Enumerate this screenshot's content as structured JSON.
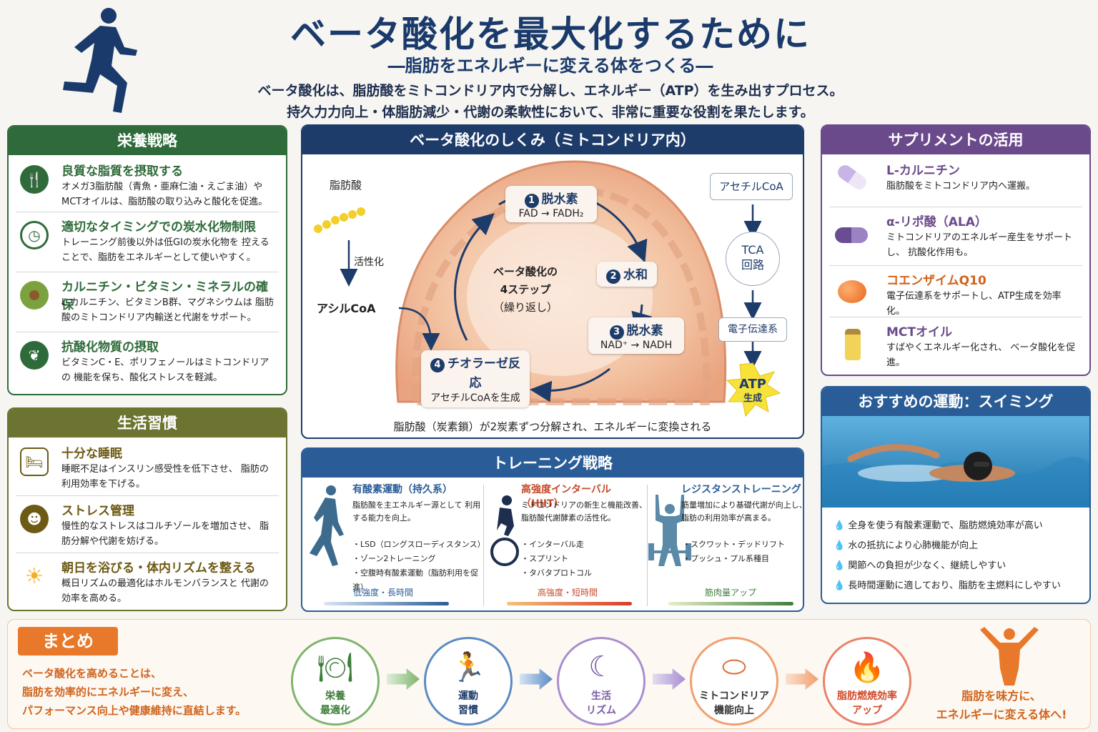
{
  "header": {
    "title": "ベータ酸化を最大化するために",
    "subtitle": "―脂肪をエネルギーに変える体をつくる―",
    "intro_line1": "ベータ酸化は、脂肪酸をミトコンドリア内で分解し、エネルギー（ATP）を生み出すプロセス。",
    "intro_line2": "持久力力向上・体脂肪減少・代謝の柔軟性において、非常に重要な役割を果たします。"
  },
  "nutrition": {
    "title": "栄養戦略",
    "items": [
      {
        "title": "良質な脂質を摂取する",
        "desc": "オメガ3脂肪酸（青魚・亜麻仁油・えごま油）や MCTオイルは、脂肪酸の取り込みと酸化を促進。",
        "icon": "utensils-icon"
      },
      {
        "title": "適切なタイミングでの炭水化物制限",
        "desc": "トレーニング前後以外は低GIの炭水化物を 控えることで、脂肪をエネルギーとして使いやすく。",
        "icon": "clock-icon"
      },
      {
        "title": "カルニチン・ビタミン・ミネラルの確保",
        "desc": "L-カルニチン、ビタミンB群、マグネシウムは 脂肪酸のミトコンドリア内輸送と代謝をサポート。",
        "icon": "avocado-icon"
      },
      {
        "title": "抗酸化物質の摂取",
        "desc": "ビタミンC・E、ポリフェノールはミトコンドリアの 機能を保ち、酸化ストレスを軽減。",
        "icon": "leaf-icon"
      }
    ]
  },
  "lifestyle": {
    "title": "生活習慣",
    "items": [
      {
        "title": "十分な睡眠",
        "desc": "睡眠不足はインスリン感受性を低下させ、 脂肪の利用効率を下げる。",
        "icon": "bed-icon"
      },
      {
        "title": "ストレス管理",
        "desc": "慢性的なストレスはコルチゾールを増加させ、 脂肪分解や代謝を妨げる。",
        "icon": "person-icon"
      },
      {
        "title": "朝日を浴びる・体内リズムを整える",
        "desc": "概日リズムの最適化はホルモンバランスと 代謝の効率を高める。",
        "icon": "sun-icon"
      }
    ]
  },
  "mito": {
    "title": "ベータ酸化のしくみ（ミトコンドリア内）",
    "fatty_acid": "脂肪酸",
    "activation": "活性化",
    "acyl_coa": "アシルCoA",
    "center_line1": "ベータ酸化の",
    "center_line2": "4ステップ",
    "center_line3": "（繰り返し）",
    "steps": [
      {
        "num": "1",
        "name": "脱水素",
        "sub": "FAD → FADH₂"
      },
      {
        "num": "2",
        "name": "水和",
        "sub": ""
      },
      {
        "num": "3",
        "name": "脱水素",
        "sub": "NAD⁺ → NADH"
      },
      {
        "num": "4",
        "name": "チオラーゼ反応",
        "sub": "アセチルCoAを生成"
      }
    ],
    "acetyl_coa": "アセチルCoA",
    "tca_line1": "TCA",
    "tca_line2": "回路",
    "etc": "電子伝達系",
    "atp": "ATP",
    "atp_sub": "生成",
    "caption": "脂肪酸（炭素鎖）が2炭素ずつ分解され、エネルギーに変換される"
  },
  "training": {
    "title": "トレーニング戦略",
    "cols": [
      {
        "title": "有酸素運動（持久系）",
        "desc": "脂肪酸を主エネルギー源として 利用する能力を向上。",
        "list": [
          "・LSD（ロングスローディスタンス）",
          "・ゾーン2トレーニング",
          "・空腹時有酸素運動（脂肪利用を促進）"
        ],
        "bar": "低強度・長時間",
        "icon": "runner-icon"
      },
      {
        "title": "高強度インターバル（HIIT）",
        "desc": "ミトコンドリアの新生と機能改善、 脂肪酸代謝酵素の活性化。",
        "list": [
          "・インターバル走",
          "・スプリント",
          "・タバタプロトコル"
        ],
        "bar": "高強度・短時間",
        "icon": "cyclist-icon"
      },
      {
        "title": "レジスタンストレーニング",
        "desc": "筋量増加により基礎代謝が向上し、 脂肪の利用効率が高まる。",
        "list": [
          "・スクワット・デッドリフト",
          "・プッシュ・プル系種目"
        ],
        "bar": "筋肉量アップ",
        "icon": "lifter-icon"
      }
    ]
  },
  "supplements": {
    "title": "サプリメントの活用",
    "items": [
      {
        "title": "L-カルニチン",
        "desc": "脂肪酸をミトコンドリア内へ運搬。",
        "icon": "capsule-icon"
      },
      {
        "title": "α-リポ酸（ALA）",
        "desc": "ミトコンドリアのエネルギー産生をサポートし、 抗酸化作用も。",
        "icon": "capsule-icon"
      },
      {
        "title": "コエンザイムQ10",
        "desc": "電子伝達系をサポートし、ATP生成を効率化。",
        "icon": "softgel-icon"
      },
      {
        "title": "MCTオイル",
        "desc": "すばやくエネルギー化され、 ベータ酸化を促進。",
        "icon": "oil-bottle-icon"
      }
    ]
  },
  "swimming": {
    "title": "おすすめの運動：スイミング",
    "points": [
      "全身を使う有酸素運動で、脂肪燃焼効率が高い",
      "水の抵抗により心肺機能が向上",
      "関節への負担が少なく、継続しやすい",
      "長時間運動に適しており、脂肪を主燃料にしやすい"
    ]
  },
  "summary": {
    "title": "まとめ",
    "line1": "ベータ酸化を高めることは、",
    "line2": "脂肪を効率的にエネルギーに変え、",
    "line3": "パフォーマンス向上や健康維持に直結します。",
    "steps": [
      {
        "l1": "栄養",
        "l2": "最適化",
        "icon": "plate-icon",
        "color": "#3e7d3a"
      },
      {
        "l1": "運動",
        "l2": "習慣",
        "icon": "runner-icon",
        "color": "#1e3c6a"
      },
      {
        "l1": "生活",
        "l2": "リズム",
        "icon": "moon-icon",
        "color": "#7a5aa8"
      },
      {
        "l1": "ミトコンドリア",
        "l2": "機能向上",
        "icon": "mitochondria-icon",
        "color": "#333333"
      },
      {
        "l1": "脂肪燃焼効率",
        "l2": "アップ",
        "icon": "flame-icon",
        "color": "#d24a2a"
      }
    ],
    "final_line1": "脂肪を味方に、",
    "final_line2": "エネルギーに変える体へ!"
  }
}
